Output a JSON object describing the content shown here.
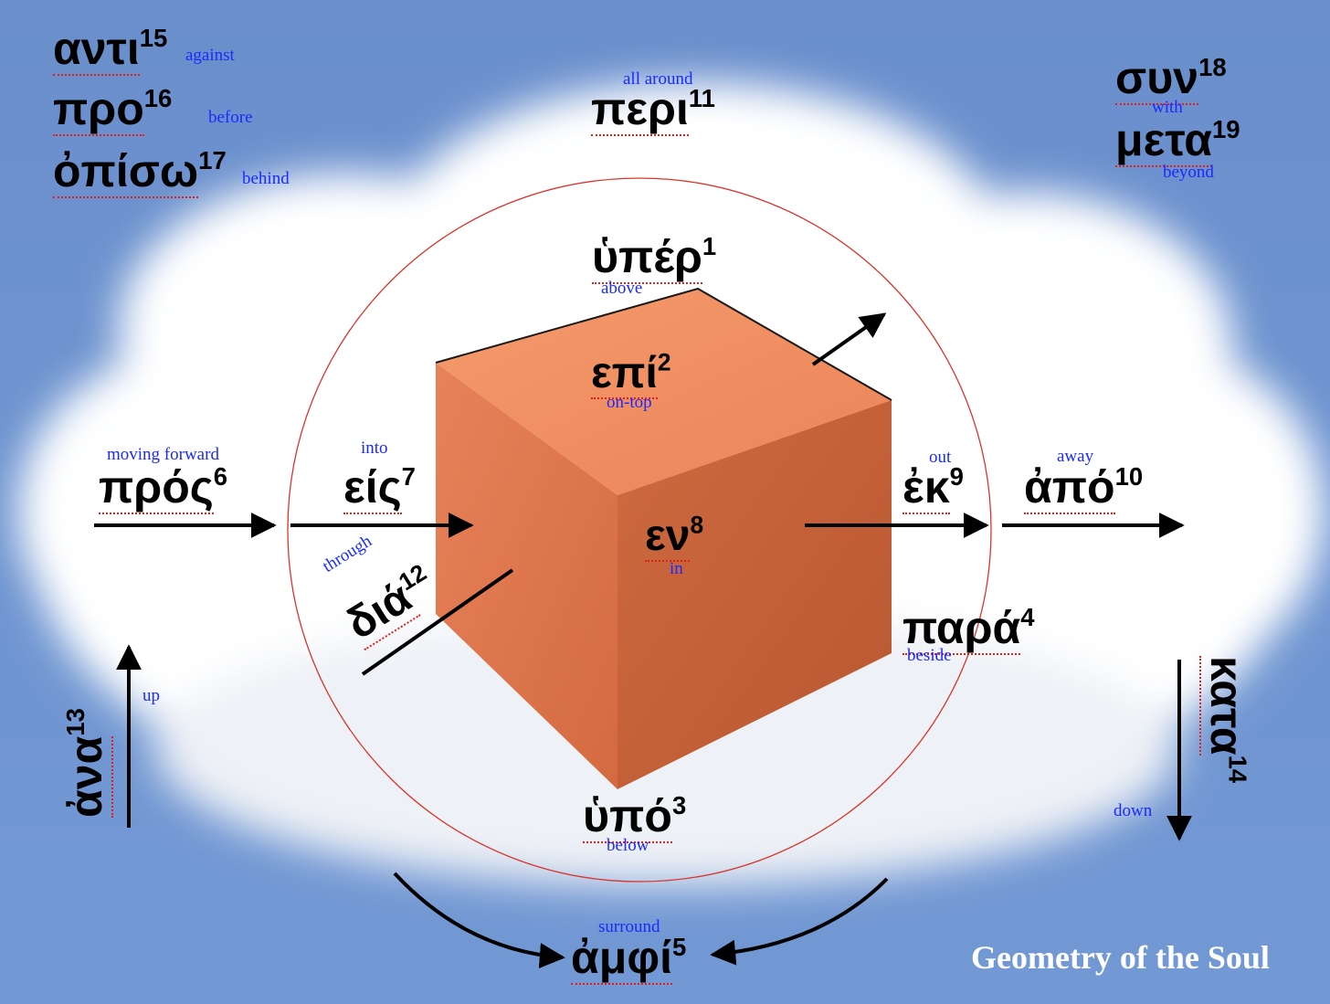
{
  "brand": "Geometry of the Soul",
  "colors": {
    "sky": "#6e93cf",
    "cube_front": "#e07a50",
    "cube_side": "#c7633b",
    "cube_top": "#f08e5f",
    "circle": "#d8352a",
    "gloss": "#1a2bff",
    "underline": "#e0201a"
  },
  "prepositions": [
    {
      "word": "ὑπέρ",
      "num": "1",
      "gloss": "above"
    },
    {
      "word": "επί",
      "num": "2",
      "gloss": "on-top"
    },
    {
      "word": "ὑπό",
      "num": "3",
      "gloss": "below"
    },
    {
      "word": "παρά",
      "num": "4",
      "gloss": "beside"
    },
    {
      "word": "ἀμφί",
      "num": "5",
      "gloss": "surround"
    },
    {
      "word": "πρός",
      "num": "6",
      "gloss": "moving forward"
    },
    {
      "word": "είς",
      "num": "7",
      "gloss": "into"
    },
    {
      "word": "εν",
      "num": "8",
      "gloss": "in"
    },
    {
      "word": "ἐκ",
      "num": "9",
      "gloss": "out"
    },
    {
      "word": "ἀπό",
      "num": "10",
      "gloss": "away"
    },
    {
      "word": "περι",
      "num": "11",
      "gloss": "all around"
    },
    {
      "word": "διά",
      "num": "12",
      "gloss": "through"
    },
    {
      "word": "ἀνα",
      "num": "13",
      "gloss": "up"
    },
    {
      "word": "κατα",
      "num": "14",
      "gloss": "down"
    },
    {
      "word": "αντι",
      "num": "15",
      "gloss": "against"
    },
    {
      "word": "προ",
      "num": "16",
      "gloss": "before"
    },
    {
      "word": "ὀπίσω",
      "num": "17",
      "gloss": "behind"
    },
    {
      "word": "συν",
      "num": "18",
      "gloss": "with"
    },
    {
      "word": "μετα",
      "num": "19",
      "gloss": "beyond"
    }
  ]
}
